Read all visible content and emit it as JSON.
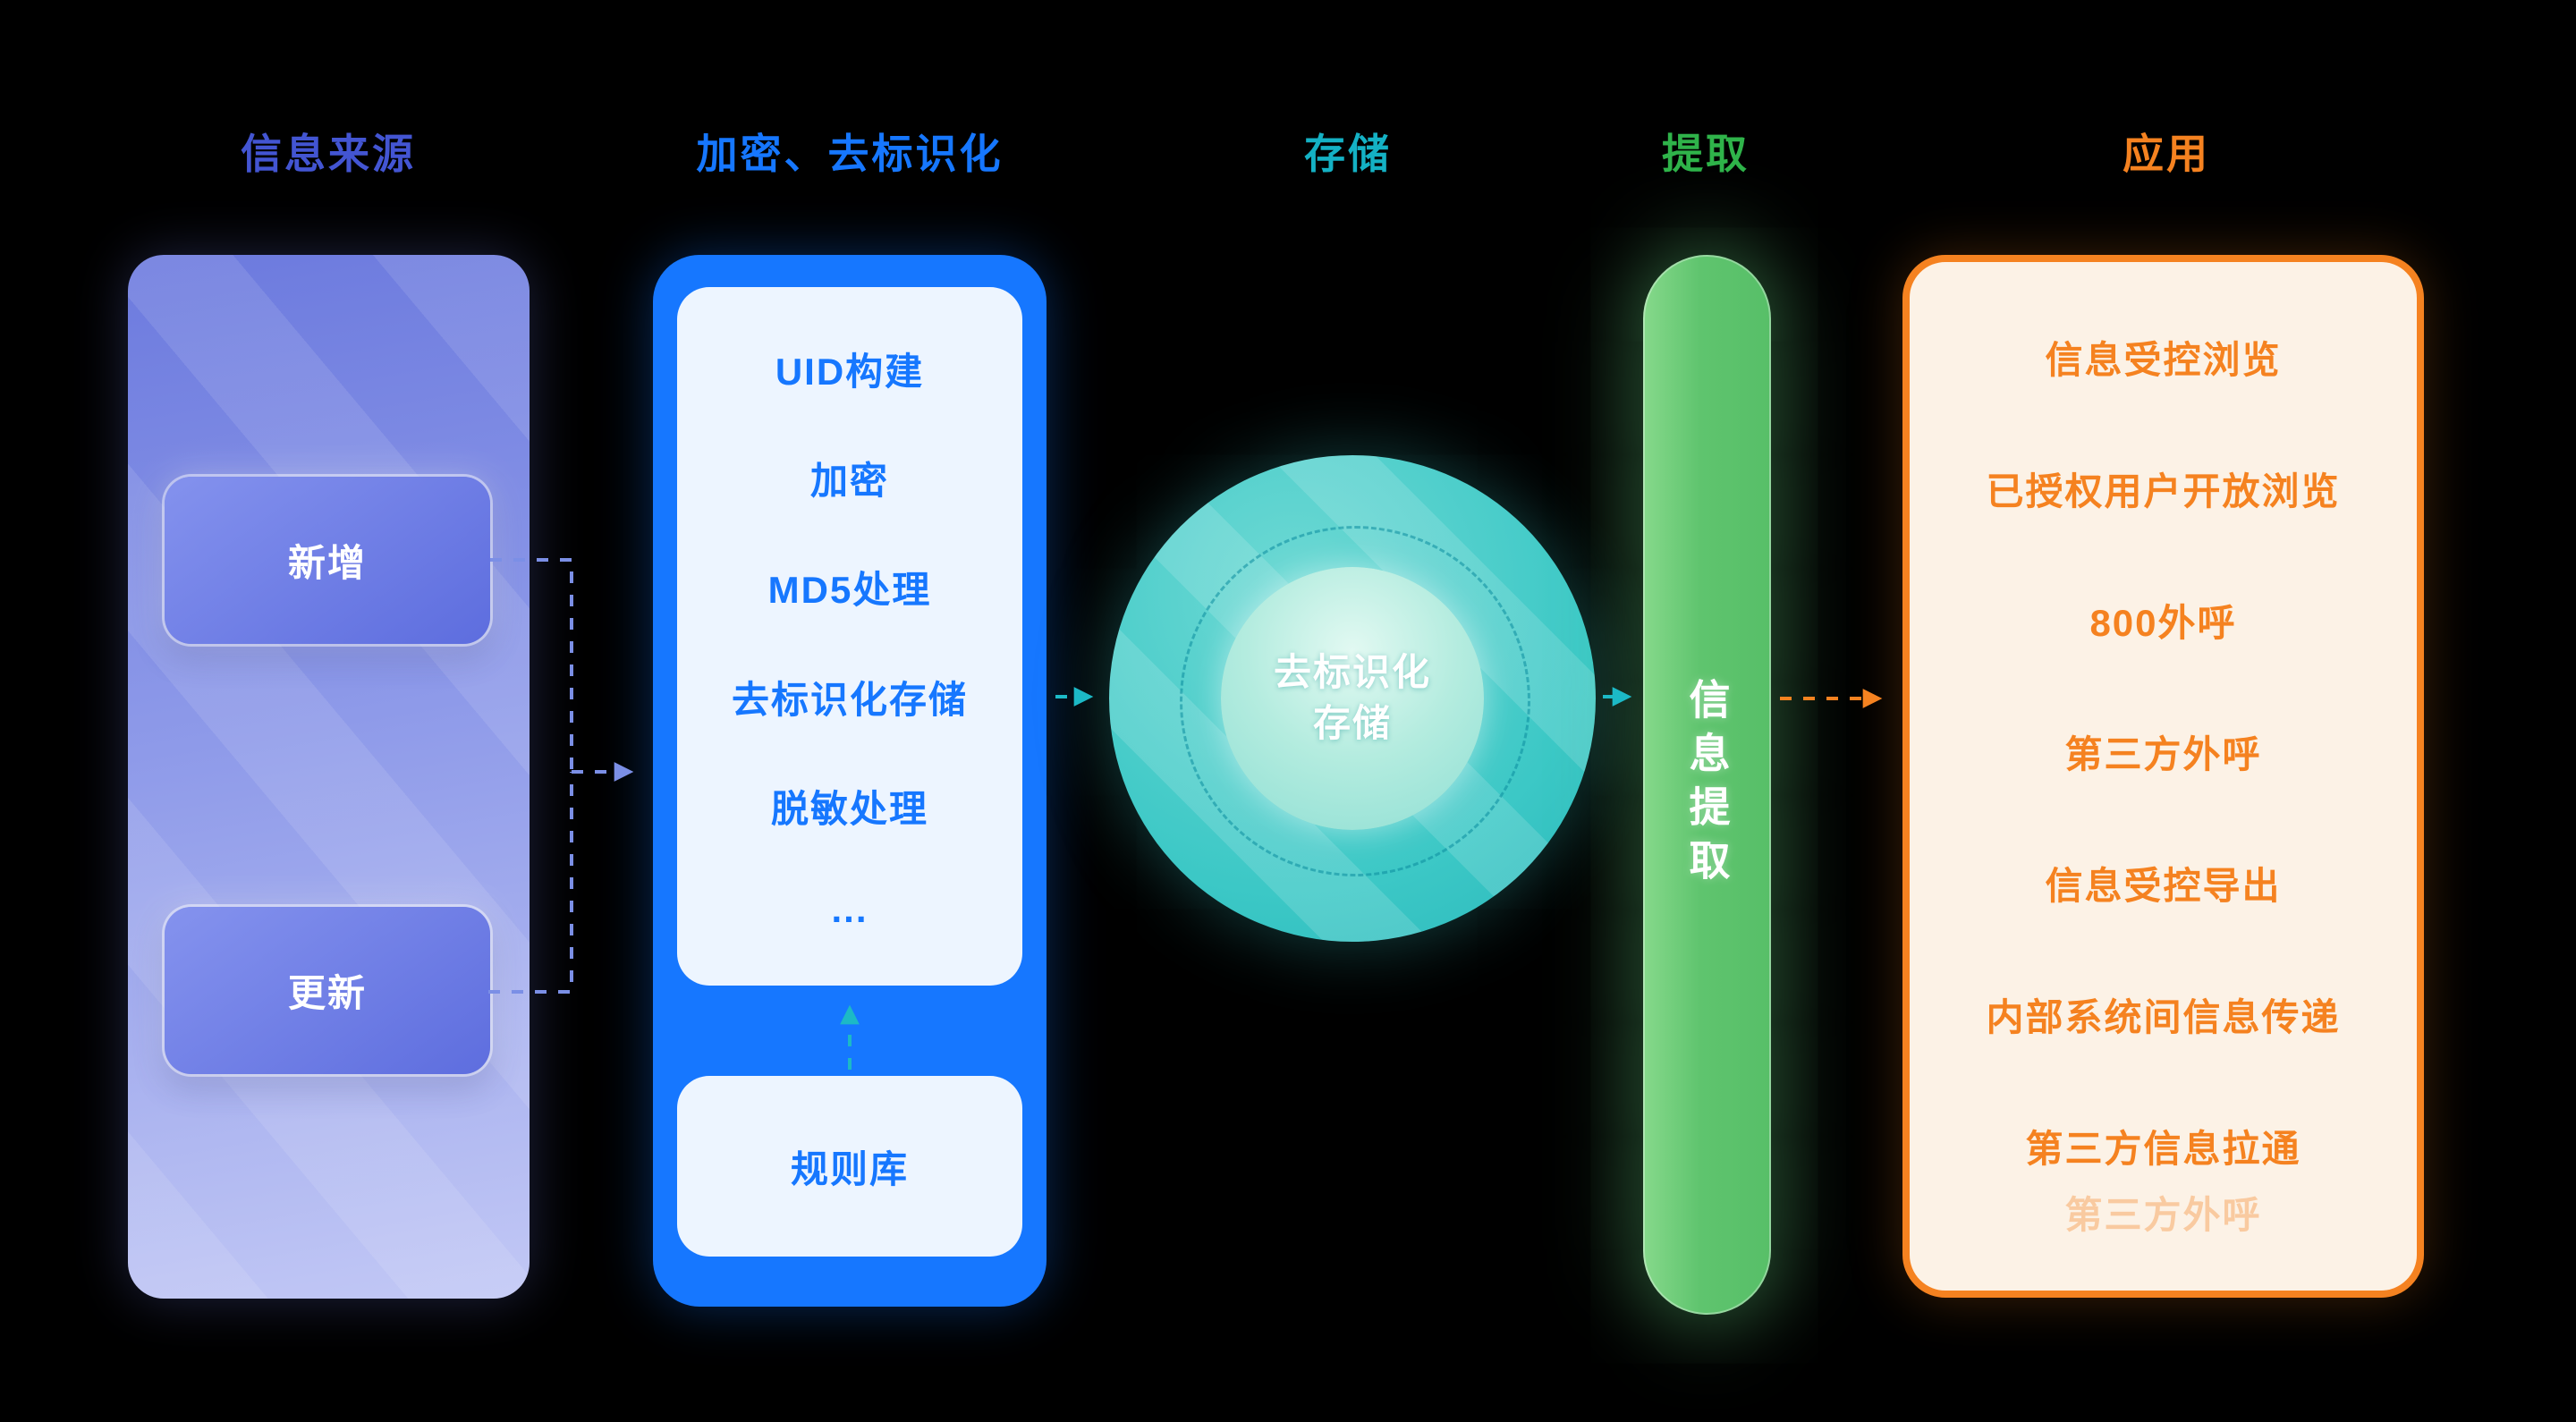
{
  "diagram": {
    "source": {
      "header": "信息来源",
      "buttons": [
        "新增",
        "更新"
      ]
    },
    "pipeline": {
      "header": "加密、去标识化",
      "steps": [
        "UID构建",
        "加密",
        "MD5处理",
        "去标识化存储",
        "脱敏处理",
        "..."
      ],
      "rules": "规则库"
    },
    "storage": {
      "header": "存储",
      "label_line1": "去标识化",
      "label_line2": "存储"
    },
    "extract": {
      "header": "提取",
      "label": "信息提取"
    },
    "apps": {
      "header": "应用",
      "items": [
        "信息受控浏览",
        "已授权用户开放浏览",
        "800外呼",
        "第三方外呼",
        "信息受控导出",
        "内部系统间信息传递",
        "第三方信息拉通",
        "第三方外呼"
      ]
    },
    "colors": {
      "background": "#000000",
      "source_header": "#4355d2",
      "source_panel_top": "#6c7ade",
      "source_panel_bottom": "#c2c8f5",
      "pipeline_blue": "#1677ff",
      "panel_inner_blue": "#edf5ff",
      "storage_teal": "#14b1c4",
      "circle_teal": "#3cc8c6",
      "extract_green": "#2fb34a",
      "bar_green": "#5fc46e",
      "apps_orange": "#f58220",
      "apps_bg": "#fcf2e6",
      "connector_blue": "#7b8fe6",
      "connector_teal": "#1cb9c6"
    }
  }
}
